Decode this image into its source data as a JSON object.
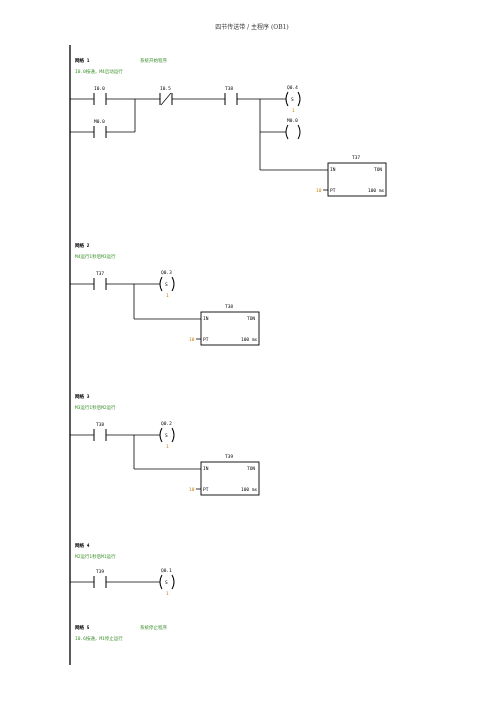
{
  "header": "四节传送带   /   主程序 (OB1)",
  "colors": {
    "comment_green": "#3a8f2a",
    "param_orange": "#c87a00",
    "rail": "#000000"
  },
  "networks": [
    {
      "title": "网络 1",
      "comment": "系统开始程序",
      "desc": "I0.0按通，M4启动运行",
      "contacts": [
        {
          "label": "I0.0",
          "type": "NO"
        },
        {
          "label": "M0.0",
          "type": "NO"
        },
        {
          "label": "I0.5",
          "type": "NC"
        },
        {
          "label": "T38",
          "type": "NO"
        }
      ],
      "coils": [
        {
          "label": "Q0.4",
          "sym": "S",
          "n": "1"
        },
        {
          "label": "M0.0",
          "sym": "",
          "n": ""
        }
      ],
      "timer": {
        "name": "T37",
        "in": "IN",
        "type": "TON",
        "pt_val": "10",
        "pt": "PT",
        "unit": "100 ms"
      }
    },
    {
      "title": "网络 2",
      "comment": "",
      "desc": "M4运行1秒后M3运行",
      "contacts": [
        {
          "label": "T37",
          "type": "NO"
        }
      ],
      "coils": [
        {
          "label": "Q0.3",
          "sym": "S",
          "n": "1"
        }
      ],
      "timer": {
        "name": "T38",
        "in": "IN",
        "type": "TON",
        "pt_val": "10",
        "pt": "PT",
        "unit": "100 ms"
      }
    },
    {
      "title": "网络 3",
      "comment": "",
      "desc": "M3运行1秒后M2运行",
      "contacts": [
        {
          "label": "T38",
          "type": "NO"
        }
      ],
      "coils": [
        {
          "label": "Q0.2",
          "sym": "S",
          "n": "1"
        }
      ],
      "timer": {
        "name": "T39",
        "in": "IN",
        "type": "TON",
        "pt_val": "10",
        "pt": "PT",
        "unit": "100 ms"
      }
    },
    {
      "title": "网络 4",
      "comment": "",
      "desc": "M2运行1秒后M1运行",
      "contacts": [
        {
          "label": "T39",
          "type": "NO"
        }
      ],
      "coils": [
        {
          "label": "Q0.1",
          "sym": "S",
          "n": "1"
        }
      ]
    },
    {
      "title": "网络 5",
      "comment": "系统停止程序",
      "desc": "I0.6按通，M1停止运行"
    }
  ]
}
